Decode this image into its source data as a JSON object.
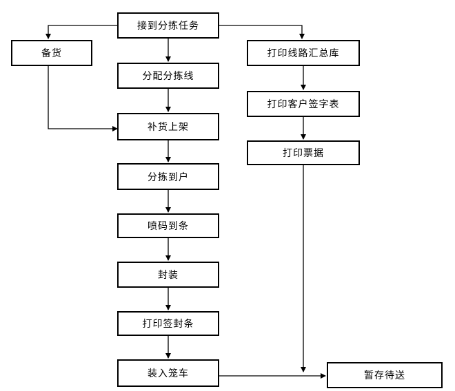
{
  "nodes": {
    "receive_task": "接到分拣任务",
    "stock_up": "备货",
    "assign_line": "分配分拣线",
    "replenish_shelf": "补货上架",
    "sort_to_household": "分拣到户",
    "spray_code": "喷码到条",
    "seal_pack": "封装",
    "print_seal_strip": "打印签封条",
    "load_cage_cart": "装入笼车",
    "print_route_summary": "打印线路汇总库",
    "print_customer_sign_sheet": "打印客户签字表",
    "print_receipts": "打印票据",
    "temp_store_pending": "暂存待送"
  }
}
